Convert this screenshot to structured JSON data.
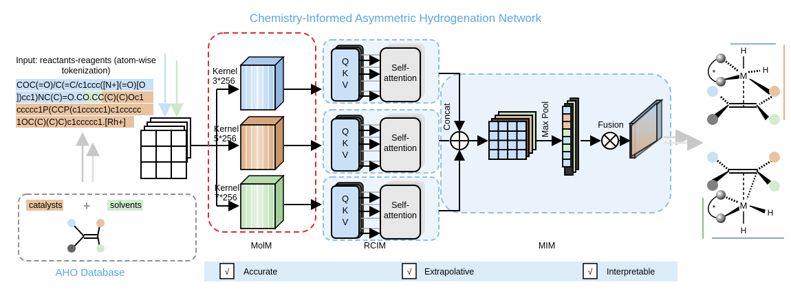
{
  "title": "Chemistry-Informed Asymmetric Hydrogenation Network",
  "input": {
    "label_line1": "Input: reactants-reagents (atom-wise",
    "label_line2": "tokenization)",
    "smiles": {
      "line1": "COC(=O)/C(=C/c1ccc([N+](=O)[O",
      "line2_blue": "])cc1)NC(C)=O.",
      "line2_green": "CO.",
      "line2_orange": "CC(C)(C)Oc1",
      "line3": "ccccc1P(CCP(c1ccccc1)c1ccccc",
      "line4": "1OC(C)(C)C)c1ccccc1.[Rh+]"
    }
  },
  "database": {
    "catalysts": "catalysts",
    "plus": "+",
    "solvents": "solvents",
    "label": "AHO Database"
  },
  "molim": {
    "label": "MolM",
    "kernels": [
      {
        "line1": "Kernel",
        "line2": "3*256"
      },
      {
        "line1": "Kernel",
        "line2": "5*256"
      },
      {
        "line1": "Kernel",
        "line2": "7*256"
      }
    ]
  },
  "rcim": {
    "label": "RCIM",
    "qkv": [
      "Q",
      "K",
      "V"
    ],
    "attention_line1": "Self-",
    "attention_line2": "attention"
  },
  "mim": {
    "label": "MIM",
    "concat": "Concat",
    "maxpool": "Max Pool",
    "fusion": "Fusion"
  },
  "properties": [
    {
      "check": "√",
      "label": "Accurate"
    },
    {
      "check": "√",
      "label": "Extrapolative"
    },
    {
      "check": "√",
      "label": "Interpretable"
    }
  ],
  "structures": {
    "metal": "M",
    "hydrogen": "H",
    "star": "*"
  },
  "colors": {
    "title": "#5aa6e8",
    "blue": "#c9e0f7",
    "orange": "#e9c3a0",
    "green": "#d3ecd0",
    "red_dash": "#e8262b",
    "panel_dash": "#8fc0e0",
    "panel_fill": "#eaf3fc"
  }
}
